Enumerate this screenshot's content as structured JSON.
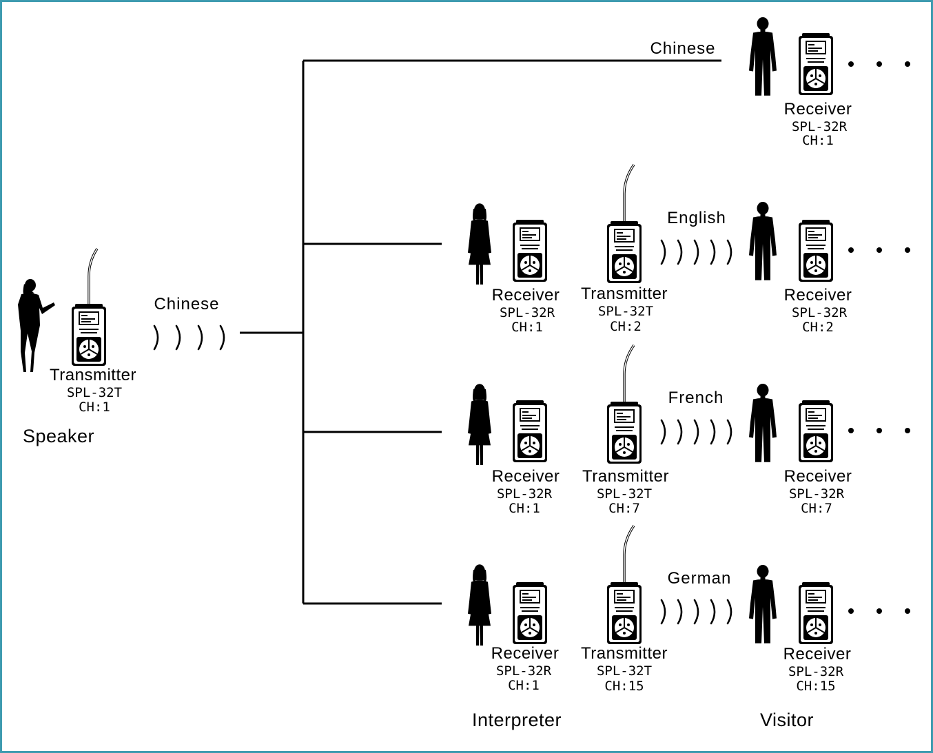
{
  "speaker": {
    "role": "Speaker",
    "device": {
      "name": "Transmitter",
      "model": "SPL-32T",
      "channel": "CH:1"
    },
    "language": "Chinese"
  },
  "branches": [
    {
      "language": "Chinese",
      "visitor_receiver": {
        "name": "Receiver",
        "model": "SPL-32R",
        "channel": "CH:1"
      }
    },
    {
      "language": "English",
      "interpreter_receiver": {
        "name": "Receiver",
        "model": "SPL-32R",
        "channel": "CH:1"
      },
      "interpreter_transmitter": {
        "name": "Transmitter",
        "model": "SPL-32T",
        "channel": "CH:2"
      },
      "visitor_receiver": {
        "name": "Receiver",
        "model": "SPL-32R",
        "channel": "CH:2"
      }
    },
    {
      "language": "French",
      "interpreter_receiver": {
        "name": "Receiver",
        "model": "SPL-32R",
        "channel": "CH:1"
      },
      "interpreter_transmitter": {
        "name": "Transmitter",
        "model": "SPL-32T",
        "channel": "CH:7"
      },
      "visitor_receiver": {
        "name": "Receiver",
        "model": "SPL-32R",
        "channel": "CH:7"
      }
    },
    {
      "language": "German",
      "interpreter_receiver": {
        "name": "Receiver",
        "model": "SPL-32R",
        "channel": "CH:1"
      },
      "interpreter_transmitter": {
        "name": "Transmitter",
        "model": "SPL-32T",
        "channel": "CH:15"
      },
      "visitor_receiver": {
        "name": "Receiver",
        "model": "SPL-32R",
        "channel": "CH:15"
      }
    }
  ],
  "columns": {
    "interpreter": "Interpreter",
    "visitor": "Visitor"
  },
  "icons": {
    "person": "person-icon",
    "receiver": "receiver-device-icon",
    "transmitter": "transmitter-device-icon",
    "waves": "radio-waves-icon",
    "more": "more-dots-icon"
  },
  "colors": {
    "frame": "#3e9bb0",
    "ink": "#000000"
  }
}
